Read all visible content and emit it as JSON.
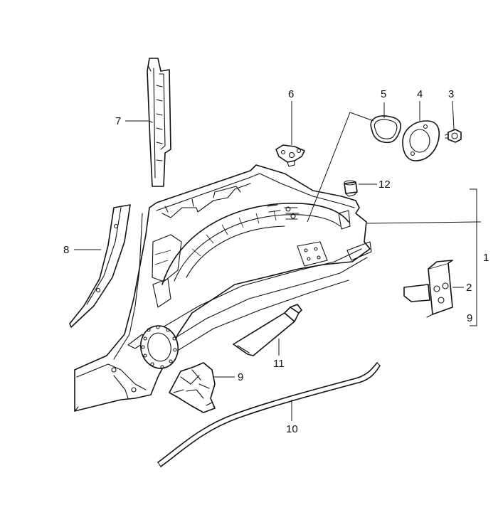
{
  "diagram": {
    "type": "exploded-parts-diagram",
    "callouts": {
      "c1": "1",
      "c2": "2",
      "c3": "3",
      "c4": "4",
      "c5": "5",
      "c6": "6",
      "c7": "7",
      "c8": "8",
      "c9a": "9",
      "c9b": "9",
      "c10": "10",
      "c11": "11",
      "c12": "12"
    }
  }
}
